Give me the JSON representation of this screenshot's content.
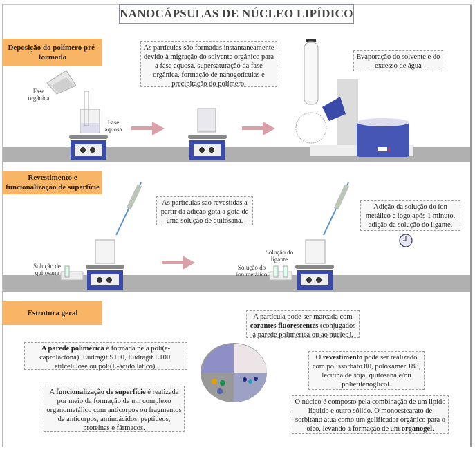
{
  "title": "NANOCÁPSULAS DE NÚCLEO LIPÍDICO",
  "sections": [
    {
      "label": "Deposição do polímero pré-formado",
      "labels": {
        "organic_phase": "Fase orgânica",
        "aqueous_phase": "Fase aquosa"
      },
      "callouts": [
        "As partículas são formadas instantaneamente devido à migração do solvente orgânico para a fase aquosa, supersaturação da fase orgânica, formação de nanogotículas e precipitação do polímero.",
        "Evaporação do solvente e do excesso de água"
      ]
    },
    {
      "label": "Revestimento e funcionalização de superfície",
      "labels": {
        "chitosan_solution": "Solução de quitosana",
        "ligand_solution": "Solução do ligante",
        "metal_ion_solution": "Solução do íon metálico"
      },
      "callouts": [
        "As partículas são revestidas a partir da adição gota a gota de uma solução de quitosana.",
        "Adição da solução do íon metálico e logo após 1 minuto, adição da solução do ligante."
      ]
    },
    {
      "label": "Estrutura geral",
      "callouts": {
        "fluorescent": {
          "pre": "A partícula pode ser marcada com ",
          "bold": "corantes fluorescentes",
          "post": " (conjugados à parede polimérica ou ao núcleo)."
        },
        "wall": {
          "pre": "",
          "bold": "A parede polimérica",
          "post": " é formada pela poli(ε-caprolactona), Eudragit S100, Eudragit L100, etilcelulose ou poli(L-ácido lático)."
        },
        "coating": {
          "pre": "O ",
          "bold": "revestimento",
          "post": " pode ser realizado com polissorbato 80, poloxamer 188, lecitina de soja, quitosana e/ou polietilenoglicol."
        },
        "functionalization": {
          "pre": "A ",
          "bold": "funcionalização de superfície",
          "post": " é realizada por meio da formação de um complexo organometálico com anticorpos ou fragmentos de anticorpos, aminoácidos, peptídeos, proteínas e fármacos."
        },
        "core": {
          "pre": "O núcleo é composto pela combinação de um lipído líquido e outro sólido. O monoestearato de sorbitano atua como um gelificador orgânico para o óleo, levando à formação de um ",
          "bold": "organogel",
          "post": "."
        }
      }
    }
  ],
  "colors": {
    "section_header": "#f8b565",
    "bench": "#b0b0b0",
    "arrow": "#d9a0a8",
    "device": "#3a4aa8"
  }
}
